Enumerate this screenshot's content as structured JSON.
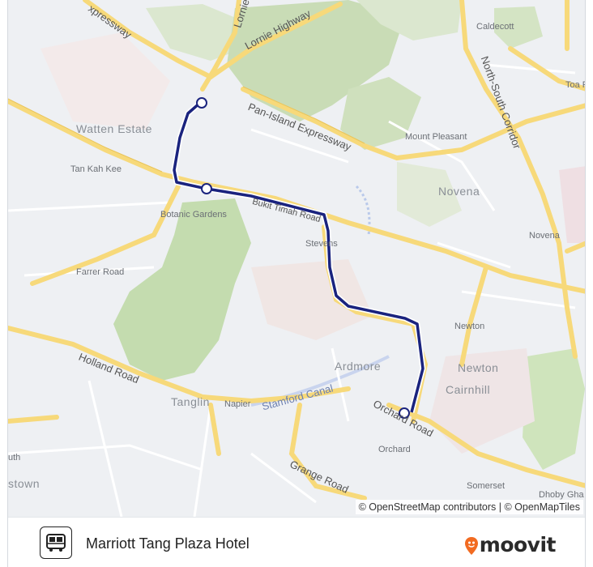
{
  "map": {
    "places": {
      "caldecott": "Caldecott",
      "toa_payoh": "Toa P",
      "watten_estate": "Watten Estate",
      "tan_kah_kee": "Tan Kah Kee",
      "mount_pleasant": "Mount Pleasant",
      "novena_area": "Novena",
      "novena_station": "Novena",
      "botanic_gardens": "Botanic Gardens",
      "stevens": "Stevens",
      "farrer_road": "Farrer Road",
      "newton_station": "Newton",
      "newton_area": "Newton",
      "cairnhill": "Cairnhill",
      "ardmore": "Ardmore",
      "tanglin": "Tanglin",
      "napier": "Napier",
      "orchard": "Orchard",
      "somerset": "Somerset",
      "dhoby_ghaut": "Dhoby Gha",
      "outram": "stown",
      "south": "uth"
    },
    "roads": {
      "expressway_top": "xpressway",
      "lornie_highway": "Lornie Highway",
      "lornie": "Lornie",
      "pan_island": "Pan-Island Expressway",
      "north_south": "North-South Corridor",
      "holland_road": "Holland Road",
      "orchard_road": "Orchard Road",
      "grange_road": "Grange Road",
      "bukit_timah": "Bukit Timah Road"
    },
    "water": {
      "stamford_canal": "Stamford Canal"
    },
    "attribution": "© OpenStreetMap contributors | © OpenMapTiles",
    "route_color": "#1a237e"
  },
  "footer": {
    "route_title": "Marriott Tang Plaza Hotel",
    "brand": "moovit",
    "brand_color": "#f26b21",
    "bus_icon": "bus-icon"
  }
}
